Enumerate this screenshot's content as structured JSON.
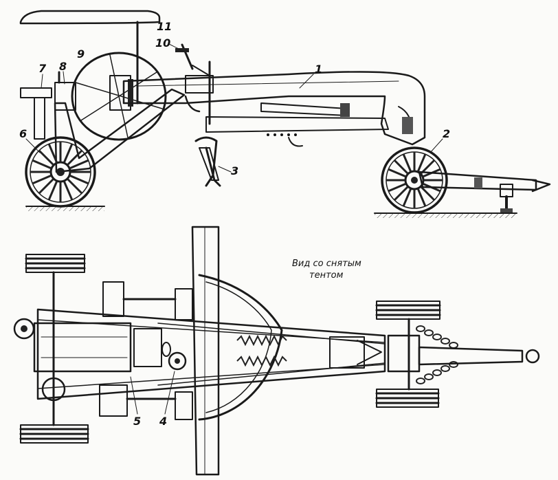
{
  "caption": {
    "line1": "Вид со снятым",
    "line2": "тентом"
  },
  "labels": {
    "l1": "1",
    "l2": "2",
    "l3": "3",
    "l4": "4",
    "l5": "5",
    "l6": "6",
    "l7": "7",
    "l8": "8",
    "l9": "9",
    "l10": "10",
    "l11": "11"
  }
}
